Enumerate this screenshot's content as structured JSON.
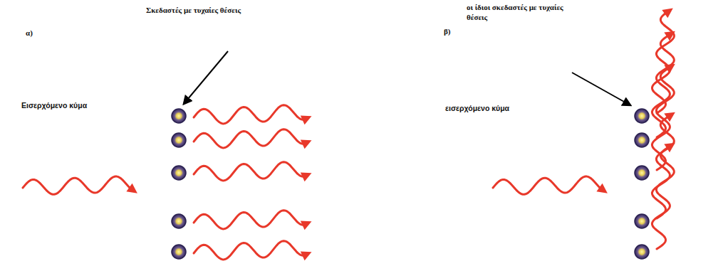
{
  "diagram": {
    "labels": [
      "α)",
      "Σκεδαστές με τυχαίες θέσεις",
      "Εισερχόμενο κύμα",
      "β)",
      "οι ίδιοι σκεδαστές με τυχαίες θέσεις",
      "εισερχόμενο κύμα"
    ]
  }
}
